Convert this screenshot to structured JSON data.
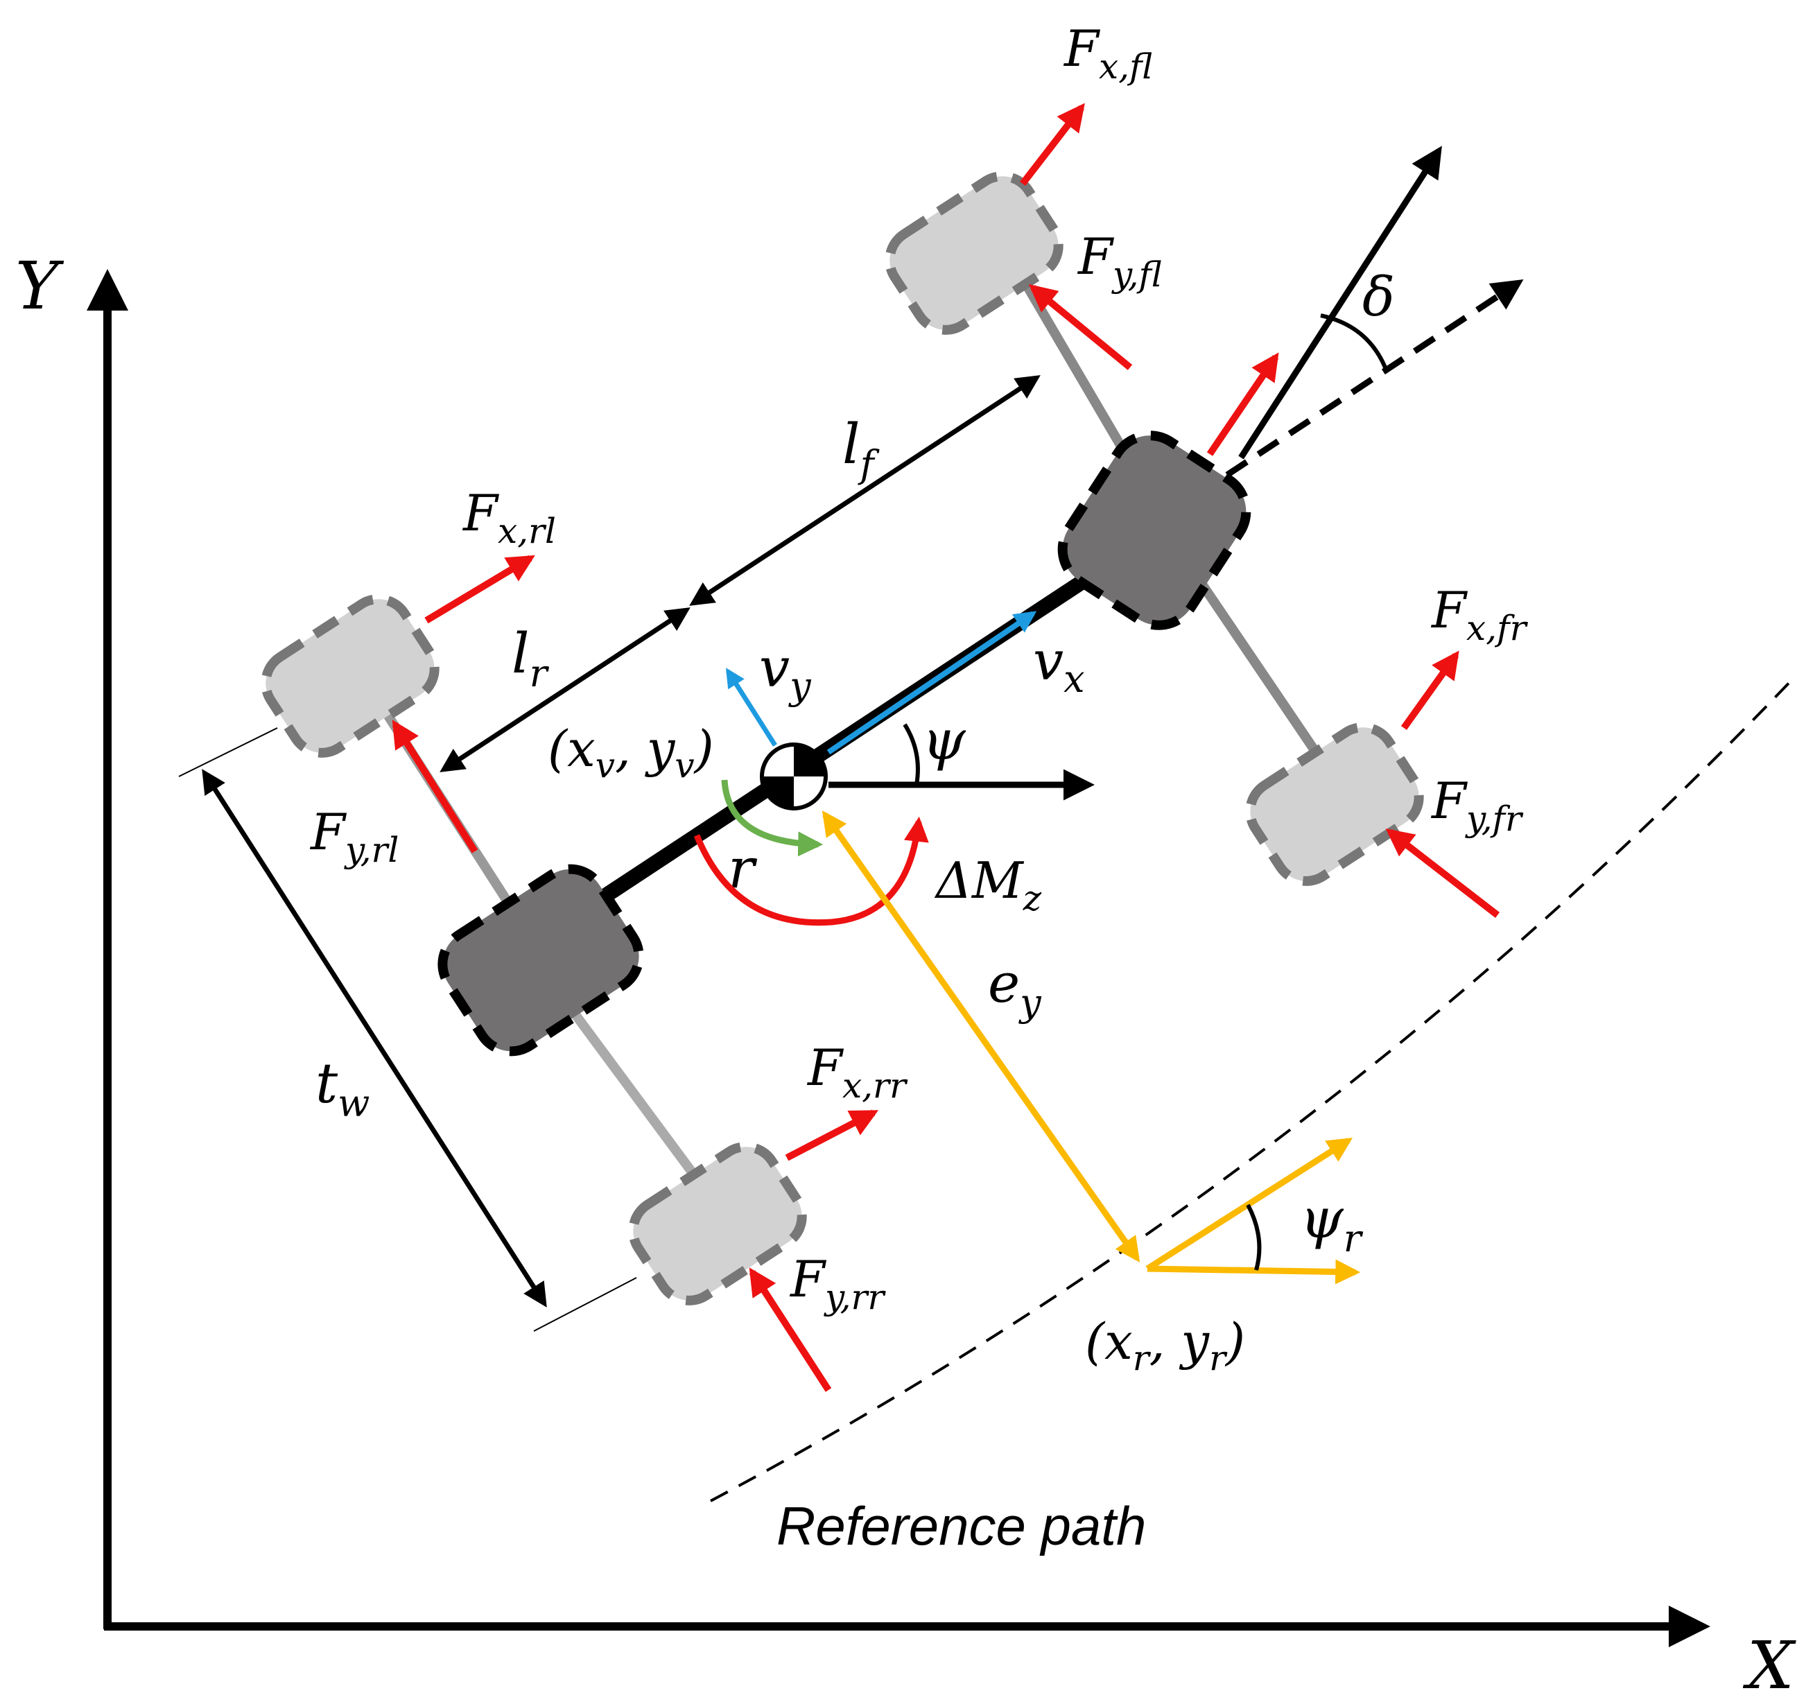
{
  "axes": {
    "x_label": "X",
    "y_label": "Y"
  },
  "vehicle": {
    "cg_label": "(x",
    "cg_sub_x": "v",
    "cg_mid": ", y",
    "cg_sub_y": "v",
    "cg_close": ")",
    "yaw_angle": "ψ",
    "steer_angle": "δ",
    "yaw_rate": "r",
    "yaw_moment": "ΔM",
    "yaw_moment_sub": "z",
    "vx": "v",
    "vx_sub": "x",
    "vy": "v",
    "vy_sub": "y"
  },
  "dimensions": {
    "lf": "l",
    "lf_sub": "f",
    "lr": "l",
    "lr_sub": "r",
    "tw": "t",
    "tw_sub": "w"
  },
  "forces": {
    "fx_fl": "F",
    "fx_fl_sub": "x,fl",
    "fy_fl": "F",
    "fy_fl_sub": "y,fl",
    "fx_fr": "F",
    "fx_fr_sub": "x,fr",
    "fy_fr": "F",
    "fy_fr_sub": "y,fr",
    "fx_rl": "F",
    "fx_rl_sub": "x,rl",
    "fy_rl": "F",
    "fy_rl_sub": "y,rl",
    "fx_rr": "F",
    "fx_rr_sub": "x,rr",
    "fy_rr": "F",
    "fy_rr_sub": "y,rr"
  },
  "reference": {
    "error_label": "e",
    "error_sub": "y",
    "heading_label": "ψ",
    "heading_sub": "r",
    "point_label": "(x",
    "point_sub_x": "r",
    "point_mid": ", y",
    "point_sub_y": "r",
    "point_close": ")",
    "path_label": "Reference path"
  },
  "colors": {
    "force": "#ee1111",
    "reference": "#fbb900",
    "velocity": "#1e9be0",
    "yaw_rate": "#6ab04c",
    "wheel_active": "#727070",
    "wheel_inactive": "#d3d2d2"
  }
}
